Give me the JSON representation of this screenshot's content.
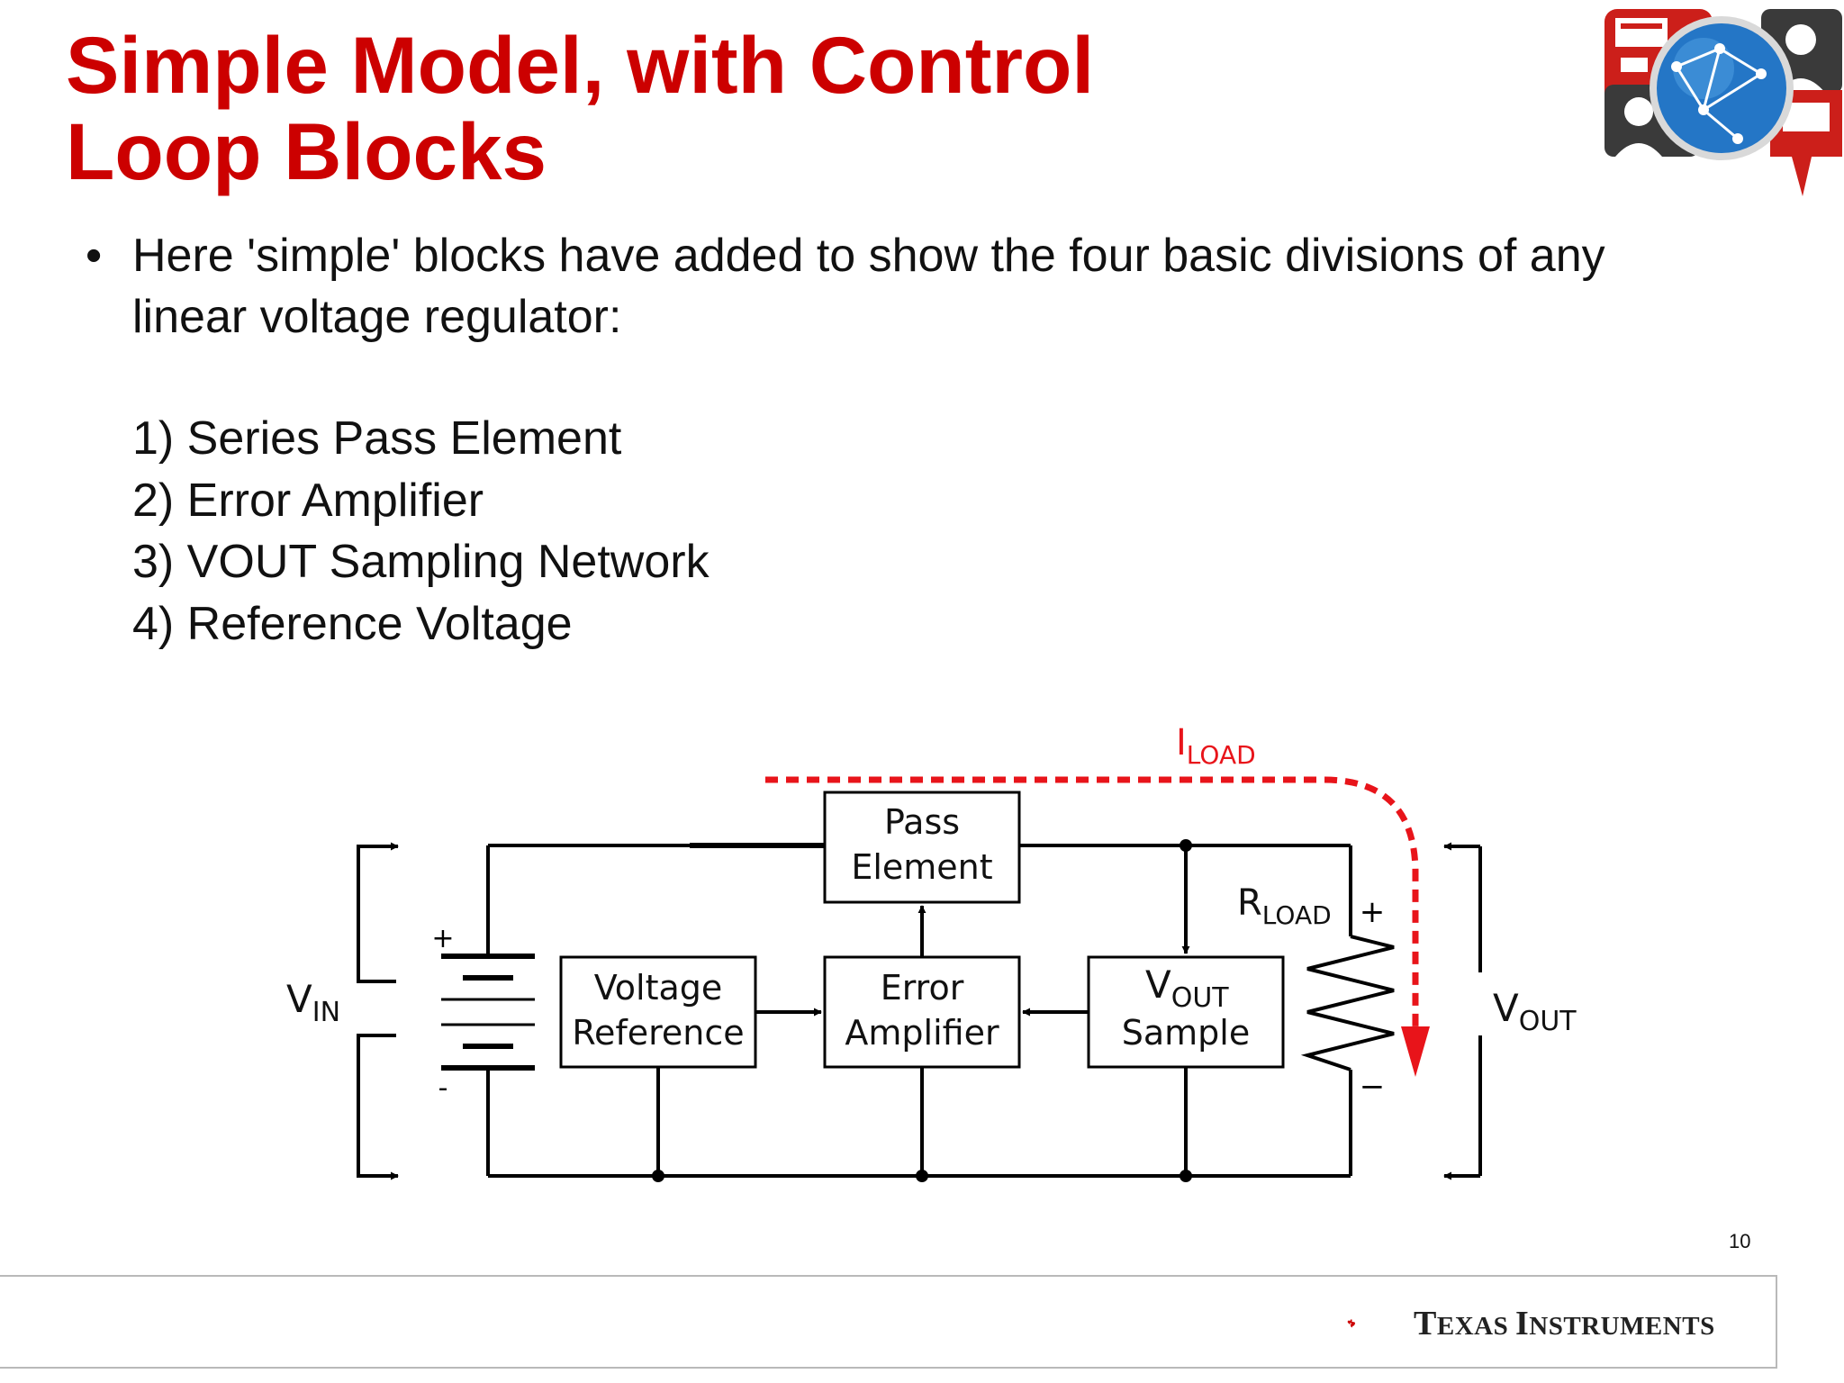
{
  "slide": {
    "title_line1": "Simple Model, with Control",
    "title_line2": "Loop Blocks",
    "bullet_symbol": "•",
    "bullet_line1": "Here 'simple' blocks have added to show the four basic divisions of any",
    "bullet_line2": "linear voltage regulator:",
    "list": [
      "1) Series Pass Element",
      "2) Error Amplifier",
      "3) VOUT Sampling Network",
      "4) Reference Voltage"
    ],
    "page_number": "10"
  },
  "diagram": {
    "pass_element": [
      "Pass",
      "Element"
    ],
    "voltage_reference": [
      "Voltage",
      "Reference"
    ],
    "error_amplifier": [
      "Error",
      "Amplifier"
    ],
    "vout_sample_main": "V",
    "vout_sample_sub": "OUT",
    "vout_sample_line2": "Sample",
    "vin_main": "V",
    "vin_sub": "IN",
    "vout_main": "V",
    "vout_sub": "OUT",
    "rload_main": "R",
    "rload_sub": "LOAD",
    "iload_main": "I",
    "iload_sub": "LOAD",
    "plus": "+",
    "minus": "-",
    "minus_right": "−"
  },
  "footer": {
    "brand_t": "T",
    "brand_exas": "EXAS ",
    "brand_i": "I",
    "brand_nstruments": "NSTRUMENTS"
  },
  "colors": {
    "title": "#cc0000",
    "iload_arrow": "#e8141a",
    "brand_red": "#cc0000"
  },
  "icons": {
    "corner": "collaboration-globe-icon",
    "logo": "texas-state-ti-logo-icon"
  }
}
